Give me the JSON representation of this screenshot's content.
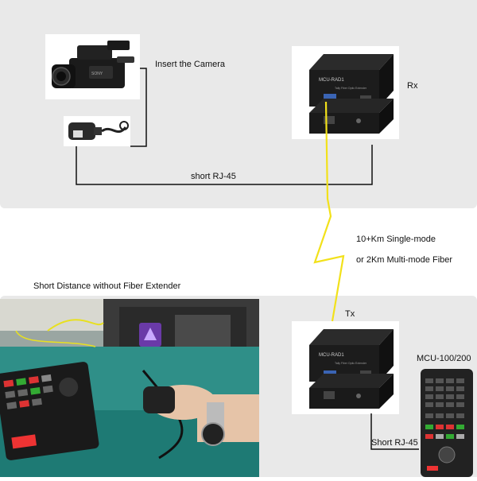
{
  "labels": {
    "insert_camera": "Insert the Camera",
    "rx": "Rx",
    "short_rj45_top": "short RJ-45",
    "fiber_line1": "10+Km Single-mode",
    "fiber_line2": "or 2Km Multi-mode Fiber",
    "short_distance": "Short Distance without Fiber Extender",
    "tx": "Tx",
    "mcu": "MCU-100/200",
    "short_rj45_bottom": "Short RJ-45"
  },
  "device": {
    "model_text": "MCU-RAD1",
    "subtitle_text": "Tally Fiber Optic Extender"
  },
  "colors": {
    "panel": "#e9e9e9",
    "fiber": "#f2e11a",
    "cable": "#111111",
    "device_body": "#1c1c1c"
  }
}
